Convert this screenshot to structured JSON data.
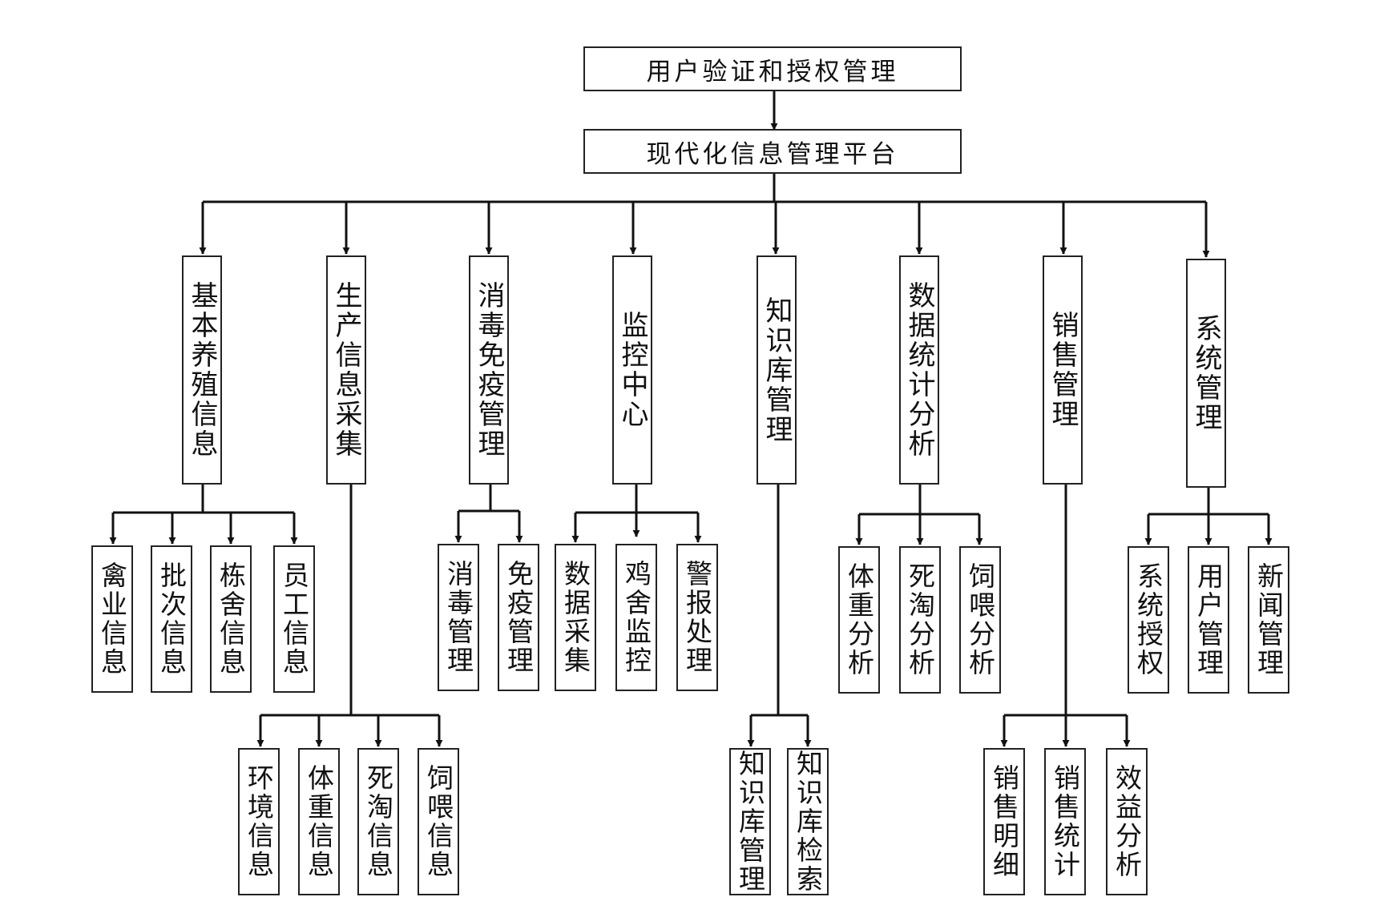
{
  "top": "用户验证和授权管理",
  "platform": "现代化信息管理平台",
  "modules": [
    {
      "label": "基本养殖信息",
      "children": [
        "禽业信息",
        "批次信息",
        "栋舍信息",
        "员工信息"
      ]
    },
    {
      "label": "生产信息采集",
      "children": [
        "环境信息",
        "体重信息",
        "死淘信息",
        "饲喂信息"
      ]
    },
    {
      "label": "消毒免疫管理",
      "children": [
        "消毒管理",
        "免疫管理"
      ]
    },
    {
      "label": "监控中心",
      "children": [
        "数据采集",
        "鸡舍监控",
        "警报处理"
      ]
    },
    {
      "label": "知识库管理",
      "children": [
        "知识库管理",
        "知识库检索"
      ]
    },
    {
      "label": "数据统计分析",
      "children": [
        "体重分析",
        "死淘分析",
        "饲喂分析"
      ]
    },
    {
      "label": "销售管理",
      "children": [
        "销售明细",
        "销售统计",
        "效益分析"
      ]
    },
    {
      "label": "系统管理",
      "children": [
        "系统授权",
        "用户管理",
        "新闻管理"
      ]
    }
  ]
}
